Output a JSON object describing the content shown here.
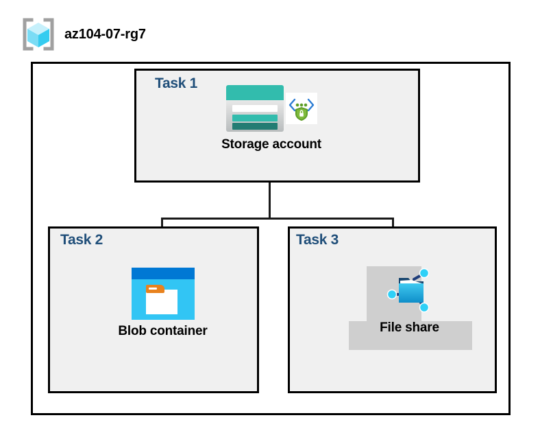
{
  "diagram": {
    "type": "azure-architecture",
    "resource_group": {
      "name": "az104-07-rg7",
      "icon": "resource-group-cube-icon"
    },
    "tasks": [
      {
        "id": "task1",
        "label": "Task 1",
        "node_label": "Storage account",
        "icons": [
          "storage-account-icon",
          "private-endpoint-icon"
        ]
      },
      {
        "id": "task2",
        "label": "Task 2",
        "node_label": "Blob container",
        "icons": [
          "blob-container-icon"
        ]
      },
      {
        "id": "task3",
        "label": "Task 3",
        "node_label": "File share",
        "icons": [
          "file-share-icon"
        ],
        "highlighted": true
      }
    ],
    "connections": [
      {
        "from": "Storage account",
        "to": "Blob container"
      },
      {
        "from": "Storage account",
        "to": "File share"
      }
    ],
    "colors": {
      "task_label": "#1F4E79",
      "node_label": "#000000",
      "box_border": "#000000",
      "box_fill": "#F0F0F0",
      "canvas": "#FFFFFF",
      "storage_teal": "#32BCAD",
      "storage_dark_teal": "#237C73",
      "blob_blue": "#0078D4",
      "blob_cyan": "#32C5F4",
      "blob_orange": "#E8821E",
      "fileshare_cyan": "#32C5F4",
      "highlight_gray": "#CFCFCF",
      "private_endpoint_green": "#5E9E27",
      "cube_cyan": "#9FE7FA",
      "bracket_gray": "#A0A0A0"
    }
  }
}
